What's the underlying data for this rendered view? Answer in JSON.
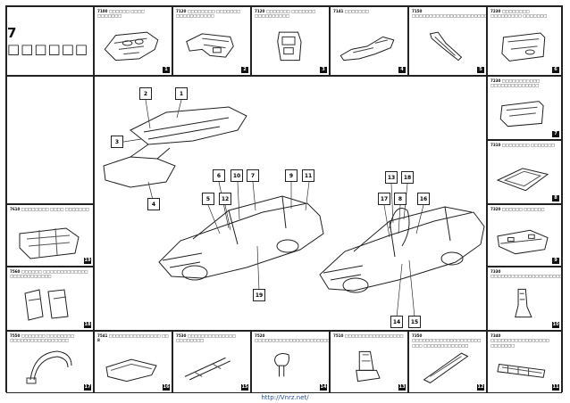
{
  "title": "7 □□□□□□",
  "url": "http://Vnrz.net/",
  "top_row": [
    {
      "caption": "7100 □□□□□□ □□□□ □□□□□□□",
      "number": "1"
    },
    {
      "caption": "7120 □□□□□□□□ □□□□□□□ □□□□□□□□□□□",
      "number": "2"
    },
    {
      "caption": "7120 □□□□□□□ □□□□□□□ □□□□□□□□□□",
      "number": "3"
    },
    {
      "caption": "7141 □□□□□□□",
      "number": "4"
    },
    {
      "caption": "7150 □□□□□□□□□□□□□□□□□□□□□□□□□",
      "number": "5"
    },
    {
      "caption": "7230 □□□□□□□□ □□□□□□□□□ □□□□□□□",
      "number": "6"
    }
  ],
  "right_col": [
    {
      "caption": "7230 □□□□□□□□□□□ □□□□□□□□□□□□□□",
      "number": "7"
    },
    {
      "caption": "7310 □□□□□□□□ □□□□□□□",
      "number": "8"
    },
    {
      "caption": "7320 □□□□□□ □□□□□□",
      "number": "9"
    },
    {
      "caption": "7330 □□□□□□□□□□□□□□□□□□□□□□□□□",
      "number": "10"
    }
  ],
  "bottom_row": [
    {
      "caption": "7541 □□□□□□□□□□□□□□□ □□ 8",
      "number": "16"
    },
    {
      "caption": "7530 □□□□□□□□□□□□□□ □□□□□□□□",
      "number": "15"
    },
    {
      "caption": "7520 □□□□□□□□□□□□□□□□□□□□□□□□□□□□",
      "number": "14"
    },
    {
      "caption": "7510 □□□□□□□□□□□□□□□□□",
      "number": "13"
    },
    {
      "caption": "7350 □□□□□□□□□□□□□□□□□□□□ □□□ □□□□□□□□□□□□□",
      "number": "12"
    },
    {
      "caption": "7340 □□□□□□□□□□□□□□□□□ □□□□□□□",
      "number": "11"
    }
  ],
  "left_col": [
    {
      "caption": "7610 □□□□□□□□ □□□□ □□□□□□□",
      "number": "19"
    },
    {
      "caption": "7560 □□□□□□ □□□□□□□□□□□□□ □□□□□□□□□□□□",
      "number": "18"
    },
    {
      "caption": "7550 □□□□□□□ □□□□□□□□ □□□□□□□□□□□□□□□□□",
      "number": "17"
    }
  ],
  "callouts": [
    "2",
    "1",
    "3",
    "4",
    "6",
    "10",
    "7",
    "9",
    "11",
    "5",
    "12",
    "19",
    "13",
    "18",
    "17",
    "8",
    "16",
    "14",
    "15"
  ]
}
